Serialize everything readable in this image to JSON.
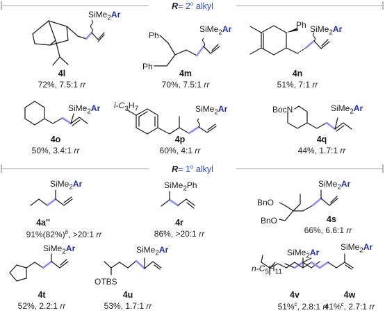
{
  "sections": [
    {
      "r_label": "R",
      "text": "= 2",
      "sup": "o",
      "rest": " alkyl"
    },
    {
      "r_label": "R",
      "text": "= 1",
      "sup": "o",
      "rest": " alkyl"
    }
  ],
  "atoms": {
    "silyl_ar_prefix": "SiMe",
    "silyl_ar_suffix": "Ar",
    "silyl_sub": "2",
    "silyl_ph": "SiMe",
    "silyl_ph_suffix": "Ph",
    "ph": "Ph",
    "boc": "BocN",
    "ic3h7": "i-C",
    "ic3h7_sub": "3",
    "ic3h7_h": "H",
    "ic3h7_sub2": "7",
    "bno": "BnO",
    "otbs": "OTBS",
    "nc5": "n-C",
    "nc5_sub": "5",
    "nc5_h": "H",
    "nc5_sub2": "11"
  },
  "compounds": [
    {
      "id": "4l",
      "yield": "72%, 7.5:1",
      "rr": "rr"
    },
    {
      "id": "4m",
      "yield": "70%, 7.5:1",
      "rr": "rr"
    },
    {
      "id": "4n",
      "yield": "51%, 7:1",
      "rr": "rr"
    },
    {
      "id": "4o",
      "yield": "50%, 3.4:1",
      "rr": "rr"
    },
    {
      "id": "4p",
      "yield": "60%, 4:1",
      "rr": "rr"
    },
    {
      "id": "4q",
      "yield": "44%, 1.7:1",
      "rr": "rr"
    },
    {
      "id": "4a''",
      "yield_pre": "91%(82%)",
      "yield_sup": "b",
      "yield_post": ", >20:1",
      "rr": "rr"
    },
    {
      "id": "4r",
      "yield": "86%, >20:1",
      "rr": "rr"
    },
    {
      "id": "4s",
      "yield": "66%, 6.6:1",
      "rr": "rr"
    },
    {
      "id": "4t",
      "yield": "52%, 2.2:1",
      "rr": "rr"
    },
    {
      "id": "4u",
      "yield": "53%, 1.7:1",
      "rr": "rr"
    },
    {
      "id": "4v",
      "yield_pre": "51%",
      "yield_sup": "c",
      "yield_post": ", 2.8:1",
      "rr": "rr"
    },
    {
      "id": "4w",
      "yield_pre": "41%",
      "yield_sup": "c",
      "yield_post": ", 2.7:1",
      "rr": "rr"
    }
  ],
  "colors": {
    "highlight_bond": "#8f8ef2",
    "section_text": "#2d4bd1",
    "silyl_ar": "#1f2fa8"
  }
}
